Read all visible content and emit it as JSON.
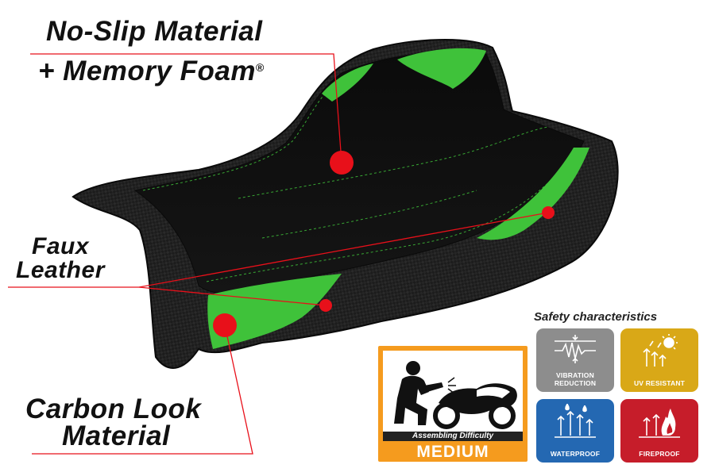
{
  "callouts": {
    "noslip_line1": "No-Slip Material",
    "noslip_line2": "+ Memory Foam",
    "registered_mark": "®",
    "faux_line1": "Faux",
    "faux_line2": "Leather",
    "carbon_line1": "Carbon Look",
    "carbon_line2": "Material"
  },
  "safety": {
    "title": "Safety characteristics",
    "badges": [
      {
        "label": "VIBRATION REDUCTION",
        "color": "#8d8d8d",
        "icon": "vibration-icon"
      },
      {
        "label": "UV RESISTANT",
        "color": "#d9a817",
        "icon": "sun-icon"
      },
      {
        "label": "WATERPROOF",
        "color": "#2468b2",
        "icon": "water-arrows-icon"
      },
      {
        "label": "FIREPROOF",
        "color": "#c61d2a",
        "icon": "flame-icon"
      }
    ]
  },
  "difficulty": {
    "label": "Assembling Difficulty",
    "level": "MEDIUM",
    "icon": "mechanic-motorcycle-icon"
  },
  "colors": {
    "accent_green": "#3fc23a",
    "marker_red": "#e8101a",
    "seat_black": "#141414",
    "panel_orange": "#f59b1e"
  }
}
